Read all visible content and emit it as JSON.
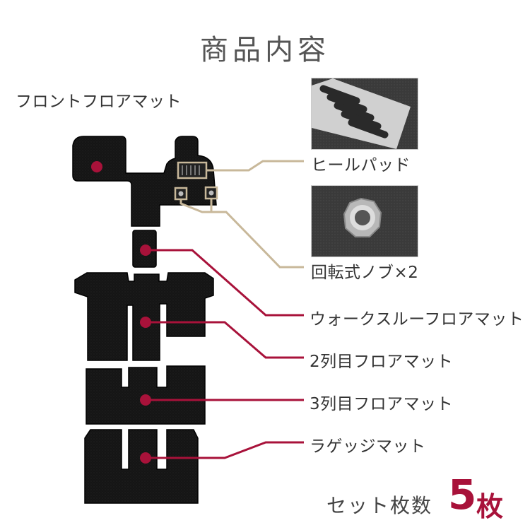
{
  "title": "商品内容",
  "labels": {
    "front_mat": "フロントフロアマット",
    "heel_pad": "ヒールパッド",
    "knob": "回転式ノブ×2",
    "walkthrough_mat": "ウォークスルーフロアマット",
    "row2_mat": "2列目フロアマット",
    "row3_mat": "3列目フロアマット",
    "luggage_mat": "ラゲッジマット"
  },
  "set": {
    "text": "セット枚数",
    "count": "5",
    "unit": "枚"
  },
  "colors": {
    "accent": "#a8123a",
    "leader": "#c8b89a",
    "mat": "#141414"
  }
}
